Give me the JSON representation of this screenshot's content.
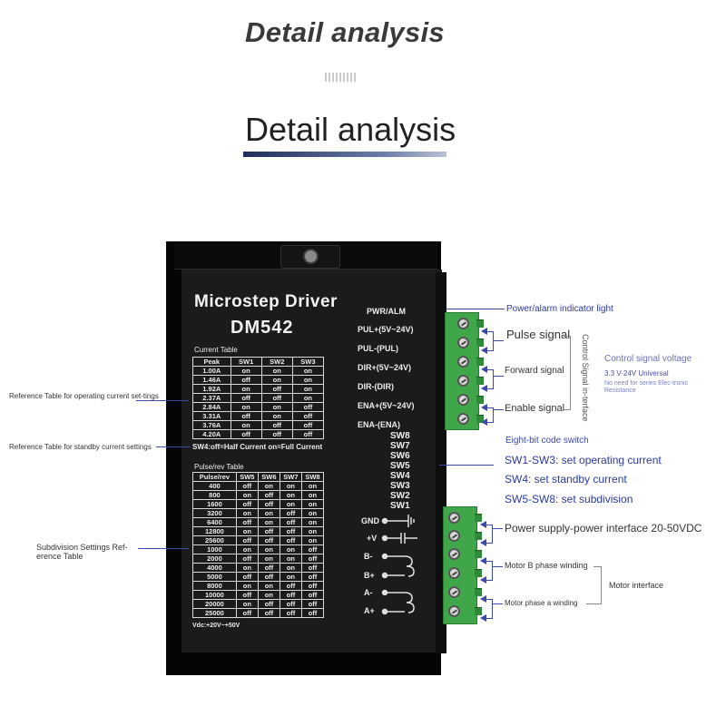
{
  "header": {
    "title_top": "Detail analysis",
    "title_sub": "Detail analysis"
  },
  "device": {
    "title": "Microstep Driver",
    "model": "DM542",
    "current_table": {
      "title": "Current Table",
      "headers": [
        "Peak",
        "SW1",
        "SW2",
        "SW3"
      ],
      "rows": [
        [
          "1.00A",
          "on",
          "on",
          "on"
        ],
        [
          "1.46A",
          "off",
          "on",
          "on"
        ],
        [
          "1.92A",
          "on",
          "off",
          "on"
        ],
        [
          "2.37A",
          "off",
          "off",
          "on"
        ],
        [
          "2.84A",
          "on",
          "on",
          "off"
        ],
        [
          "3.31A",
          "off",
          "on",
          "off"
        ],
        [
          "3.76A",
          "on",
          "off",
          "off"
        ],
        [
          "4.20A",
          "off",
          "off",
          "off"
        ]
      ]
    },
    "sw4_note": "SW4:off=Half Current on=Full Current",
    "pulse_table": {
      "title": "Pulse/rev Table",
      "headers": [
        "Pulse/rev",
        "SW5",
        "SW6",
        "SW7",
        "SW8"
      ],
      "rows": [
        [
          "400",
          "off",
          "on",
          "on",
          "on"
        ],
        [
          "800",
          "on",
          "off",
          "on",
          "on"
        ],
        [
          "1600",
          "off",
          "off",
          "on",
          "on"
        ],
        [
          "3200",
          "on",
          "on",
          "off",
          "on"
        ],
        [
          "6400",
          "off",
          "on",
          "off",
          "on"
        ],
        [
          "12800",
          "on",
          "off",
          "off",
          "on"
        ],
        [
          "25600",
          "off",
          "off",
          "off",
          "on"
        ],
        [
          "1000",
          "on",
          "on",
          "on",
          "off"
        ],
        [
          "2000",
          "off",
          "on",
          "on",
          "off"
        ],
        [
          "4000",
          "on",
          "off",
          "on",
          "off"
        ],
        [
          "5000",
          "off",
          "off",
          "on",
          "off"
        ],
        [
          "8000",
          "on",
          "on",
          "off",
          "off"
        ],
        [
          "10000",
          "off",
          "on",
          "off",
          "off"
        ],
        [
          "20000",
          "on",
          "off",
          "off",
          "off"
        ],
        [
          "25000",
          "off",
          "off",
          "off",
          "off"
        ]
      ]
    },
    "vdc": "Vdc:+20V~+50V",
    "terminals_control": [
      "PWR/ALM",
      "PUL+(5V~24V)",
      "PUL-(PUL)",
      "DIR+(5V~24V)",
      "DIR-(DIR)",
      "ENA+(5V~24V)",
      "ENA-(ENA)"
    ],
    "switches": [
      "SW8",
      "SW7",
      "SW6",
      "SW5",
      "SW4",
      "SW3",
      "SW2",
      "SW1"
    ],
    "terminals_power": [
      "GND",
      "+V",
      "B-",
      "B+",
      "A-",
      "A+"
    ]
  },
  "annotations": {
    "power_alarm": "Power/alarm indicator light",
    "pulse_signal": "Pulse signal",
    "forward_signal": "Forward signal",
    "enable_signal": "Enable signal",
    "control_interface": "Control Signal in-terface",
    "control_voltage_title": "Control signal voltage",
    "control_voltage_value": "3.3 V-24V Universal",
    "control_voltage_note": "No need for series Elec-tronic Resistance",
    "eight_bit": "Eight-bit code switch",
    "sw1_sw3": "SW1-SW3: set operating current",
    "sw4": "SW4: set standby current",
    "sw5_sw8": "SW5-SW8: set subdivision",
    "supply": "Power supply-power interface 20-50VDC",
    "motor_b": "Motor B phase winding",
    "motor_a": "Motor phase a winding",
    "motor_interface": "Motor interface",
    "ref_operating": "Reference Table for operating current set-tings",
    "ref_standby": "Reference Table for standby current settings",
    "ref_subdivision": "Subdivision Settings Ref-erence Table"
  },
  "colors": {
    "annotation_blue": "#2b3a9c",
    "terminal_green": "#3fa64a",
    "panel_black": "#1b1b1b"
  }
}
